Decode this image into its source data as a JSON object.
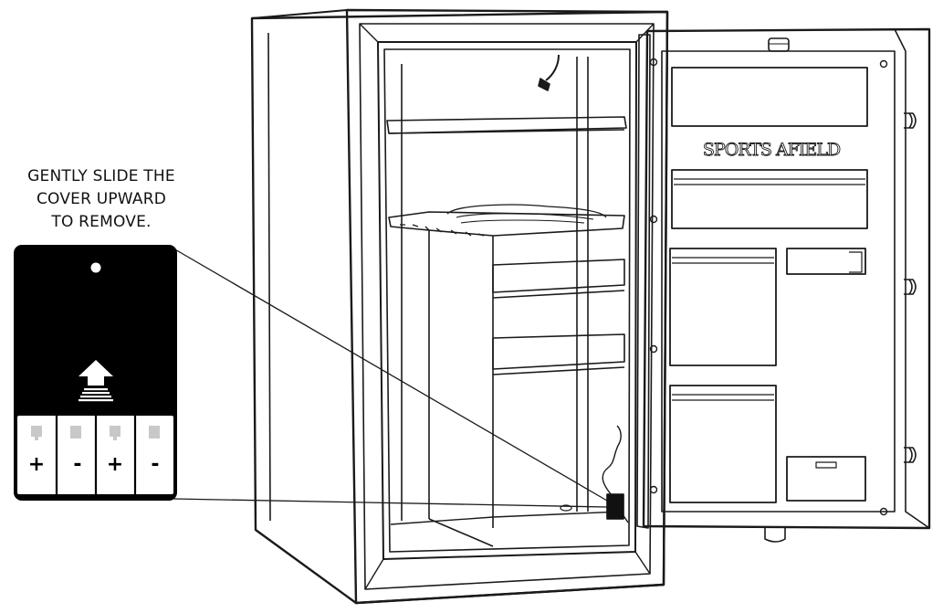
{
  "instruction": {
    "lines": [
      "GENTLY SLIDE THE",
      "COVER UPWARD",
      "TO REMOVE."
    ]
  },
  "door": {
    "brand": "SPORTS AFIELD"
  },
  "battery_box": {
    "terminals": [
      "+",
      "-",
      "+",
      "-"
    ],
    "arrow_icon": "arrow-up-icon"
  },
  "colors": {
    "line": "#1a1a1a",
    "cover": "#000000",
    "background": "#ffffff"
  }
}
